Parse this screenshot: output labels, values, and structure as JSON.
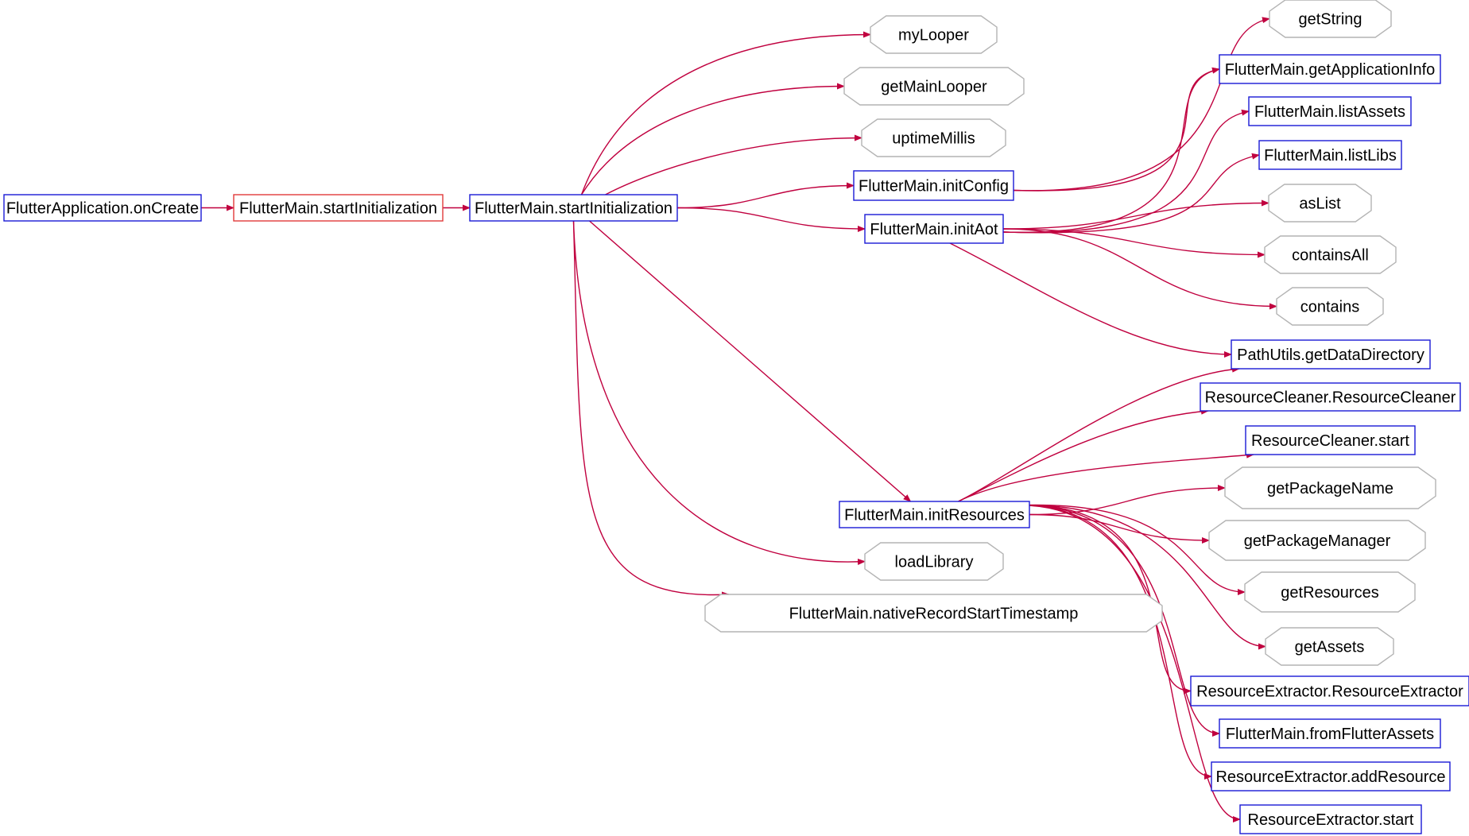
{
  "colors": {
    "edge": "#c0003f",
    "method_border": "#1a1ad6",
    "root_border": "#e03a3a",
    "external_border": "#b4b4b4"
  },
  "nodes": [
    {
      "id": "flutter-application-on-create",
      "label": "FlutterApplication.onCreate",
      "kind": "method"
    },
    {
      "id": "start-initialization-outer",
      "label": "FlutterMain.startInitialization",
      "kind": "root"
    },
    {
      "id": "start-initialization-inner",
      "label": "FlutterMain.startInitialization",
      "kind": "method"
    },
    {
      "id": "my-looper",
      "label": "myLooper",
      "kind": "external"
    },
    {
      "id": "get-main-looper",
      "label": "getMainLooper",
      "kind": "external"
    },
    {
      "id": "uptime-millis",
      "label": "uptimeMillis",
      "kind": "external"
    },
    {
      "id": "init-config",
      "label": "FlutterMain.initConfig",
      "kind": "method"
    },
    {
      "id": "init-aot",
      "label": "FlutterMain.initAot",
      "kind": "method"
    },
    {
      "id": "init-resources",
      "label": "FlutterMain.initResources",
      "kind": "method"
    },
    {
      "id": "load-library",
      "label": "loadLibrary",
      "kind": "external"
    },
    {
      "id": "native-record-start-timestamp",
      "label": "FlutterMain.nativeRecordStartTimestamp",
      "kind": "external"
    },
    {
      "id": "get-string",
      "label": "getString",
      "kind": "external"
    },
    {
      "id": "get-application-info",
      "label": "FlutterMain.getApplicationInfo",
      "kind": "method"
    },
    {
      "id": "list-assets",
      "label": "FlutterMain.listAssets",
      "kind": "method"
    },
    {
      "id": "list-libs",
      "label": "FlutterMain.listLibs",
      "kind": "method"
    },
    {
      "id": "as-list",
      "label": "asList",
      "kind": "external"
    },
    {
      "id": "contains-all",
      "label": "containsAll",
      "kind": "external"
    },
    {
      "id": "contains",
      "label": "contains",
      "kind": "external"
    },
    {
      "id": "get-data-directory",
      "label": "PathUtils.getDataDirectory",
      "kind": "method"
    },
    {
      "id": "resource-cleaner-ctor",
      "label": "ResourceCleaner.ResourceCleaner",
      "kind": "method"
    },
    {
      "id": "resource-cleaner-start",
      "label": "ResourceCleaner.start",
      "kind": "method"
    },
    {
      "id": "get-package-name",
      "label": "getPackageName",
      "kind": "external"
    },
    {
      "id": "get-package-manager",
      "label": "getPackageManager",
      "kind": "external"
    },
    {
      "id": "get-resources",
      "label": "getResources",
      "kind": "external"
    },
    {
      "id": "get-assets",
      "label": "getAssets",
      "kind": "external"
    },
    {
      "id": "resource-extractor-ctor",
      "label": "ResourceExtractor.ResourceExtractor",
      "kind": "method"
    },
    {
      "id": "from-flutter-assets",
      "label": "FlutterMain.fromFlutterAssets",
      "kind": "method"
    },
    {
      "id": "add-resource",
      "label": "ResourceExtractor.addResource",
      "kind": "method"
    },
    {
      "id": "resource-extractor-start",
      "label": "ResourceExtractor.start",
      "kind": "method"
    }
  ],
  "edges": [
    [
      "flutter-application-on-create",
      "start-initialization-outer"
    ],
    [
      "start-initialization-outer",
      "start-initialization-inner"
    ],
    [
      "start-initialization-inner",
      "my-looper"
    ],
    [
      "start-initialization-inner",
      "get-main-looper"
    ],
    [
      "start-initialization-inner",
      "uptime-millis"
    ],
    [
      "start-initialization-inner",
      "init-config"
    ],
    [
      "start-initialization-inner",
      "init-aot"
    ],
    [
      "start-initialization-inner",
      "init-resources"
    ],
    [
      "start-initialization-inner",
      "load-library"
    ],
    [
      "start-initialization-inner",
      "native-record-start-timestamp"
    ],
    [
      "init-config",
      "get-string"
    ],
    [
      "init-config",
      "get-application-info"
    ],
    [
      "init-aot",
      "get-application-info"
    ],
    [
      "init-aot",
      "list-assets"
    ],
    [
      "init-aot",
      "list-libs"
    ],
    [
      "init-aot",
      "as-list"
    ],
    [
      "init-aot",
      "contains-all"
    ],
    [
      "init-aot",
      "contains"
    ],
    [
      "init-aot",
      "get-data-directory"
    ],
    [
      "init-resources",
      "get-data-directory"
    ],
    [
      "init-resources",
      "resource-cleaner-ctor"
    ],
    [
      "init-resources",
      "resource-cleaner-start"
    ],
    [
      "init-resources",
      "get-package-name"
    ],
    [
      "init-resources",
      "get-package-manager"
    ],
    [
      "init-resources",
      "get-resources"
    ],
    [
      "init-resources",
      "get-assets"
    ],
    [
      "init-resources",
      "resource-extractor-ctor"
    ],
    [
      "init-resources",
      "from-flutter-assets"
    ],
    [
      "init-resources",
      "add-resource"
    ],
    [
      "init-resources",
      "resource-extractor-start"
    ]
  ]
}
